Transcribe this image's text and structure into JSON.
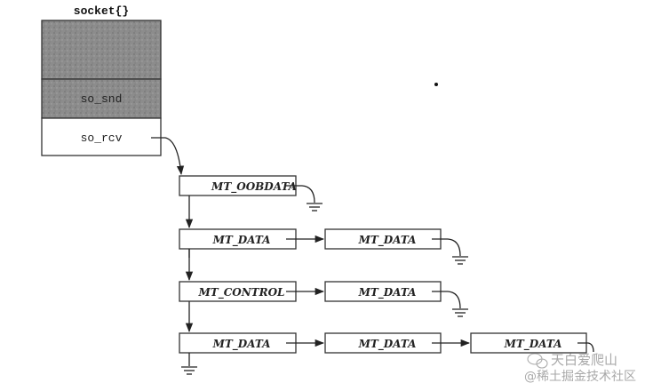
{
  "socket": {
    "title": "socket{}",
    "fields": [
      {
        "label": "",
        "shaded": true
      },
      {
        "label": "so_snd",
        "shaded": true
      },
      {
        "label": "so_rcv",
        "shaded": false
      }
    ],
    "shade_color": "#8a8a8a",
    "field_bg": "#ffffff"
  },
  "mbuf_chains": [
    {
      "records": [
        "MT_OOBDATA"
      ]
    },
    {
      "records": [
        "MT_DATA",
        "MT_DATA"
      ]
    },
    {
      "records": [
        "MT_CONTROL",
        "MT_DATA"
      ]
    },
    {
      "records": [
        "MT_DATA",
        "MT_DATA",
        "MT_DATA"
      ]
    }
  ],
  "watermark": {
    "line1": "天白爱爬山",
    "line2": "@稀土掘金技术社区"
  }
}
